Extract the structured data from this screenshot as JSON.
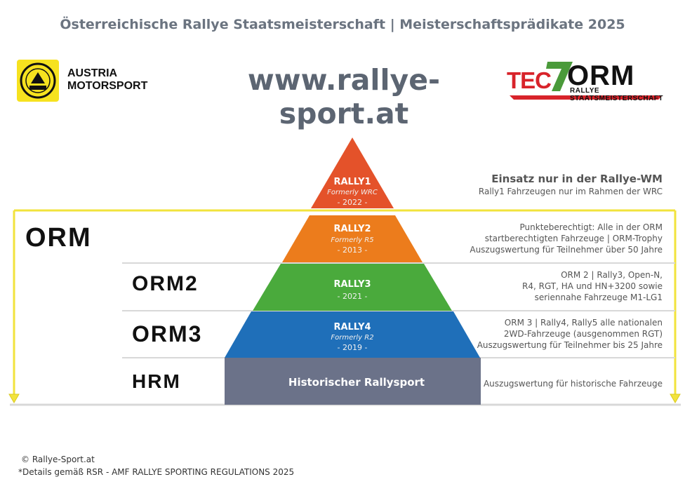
{
  "header": {
    "title": "Österreichische Rallye Staatsmeisterschaft | Meisterschaftsprädikate 2025",
    "url": "www.rallye-sport.at"
  },
  "logos": {
    "amf_line1": "AUSTRIA",
    "amf_line2": "MOTORSPORT",
    "tec_text": "TEC",
    "tec_seven": "7",
    "orm_text": "ORM",
    "orm_sub": "RALLYE STAATSMEISTERSCHAFT"
  },
  "tiers": [
    {
      "label": "RALLY1",
      "sub": "Formerly WRC",
      "year": "- 2022 -",
      "color": "#e4522a"
    },
    {
      "label": "RALLY2",
      "sub": "Formerly R5",
      "year": "- 2013 -",
      "color": "#ec7c1c"
    },
    {
      "label": "RALLY3",
      "sub": "",
      "year": "- 2021 -",
      "color": "#4aaa3c"
    },
    {
      "label": "RALLY4",
      "sub": "Formerly R2",
      "year": "- 2019 -",
      "color": "#1f6fb9"
    },
    {
      "label": "Historischer Rallysport",
      "sub": "",
      "year": "",
      "color": "#6b7289"
    }
  ],
  "championships": {
    "orm": "ORM",
    "orm2": "ORM2",
    "orm3": "ORM3",
    "hrm": "HRM"
  },
  "descriptions": {
    "rally1_head": "Einsatz nur in der Rallye-WM",
    "rally1_line": "Rally1 Fahrzeugen nur im Rahmen der WRC",
    "rally2_l1": "Punkteberechtigt: Alle in der ORM",
    "rally2_l2": "startberechtigten Fahrzeuge | ORM-Trophy",
    "rally2_l3": "Auszugswertung für Teilnehmer über 50 Jahre",
    "rally3_l1": "ORM 2 | Rally3, Open-N,",
    "rally3_l2": "R4, RGT, HA und HN+3200 sowie",
    "rally3_l3": "seriennahe Fahrzeuge M1-LG1",
    "rally4_l1": "ORM 3 | Rally4, Rally5 alle nationalen",
    "rally4_l2": "2WD-Fahrzeuge (ausgenommen RGT)",
    "rally4_l3": "Auszugswertung für Teilnehmer bis 25 Jahre",
    "hrm_l1": "Auszugswertung für historische Fahrzeuge"
  },
  "footer": {
    "copyright": "© Rallye-Sport.at",
    "details": "*Details gemäß  RSR - AMF RALLYE SPORTING REGULATIONS 2025"
  },
  "colors": {
    "frame": "#f2e33c",
    "divider": "#d8d8d8"
  }
}
